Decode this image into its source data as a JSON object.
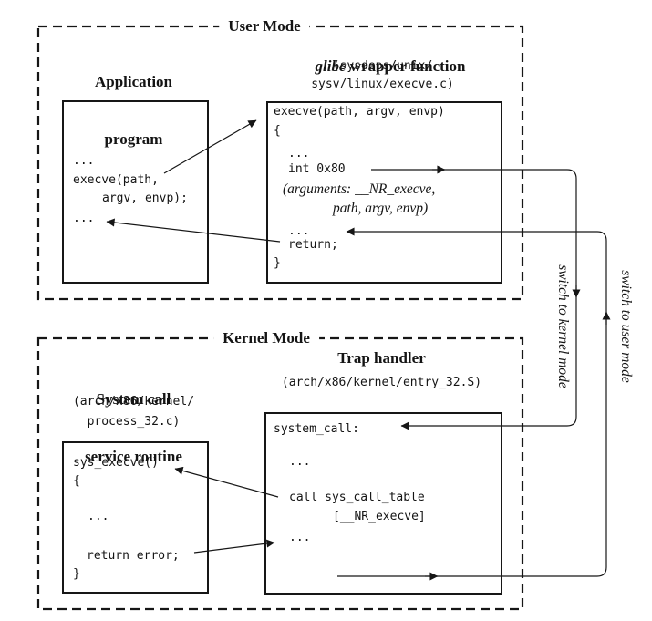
{
  "user_mode": {
    "label": "User Mode",
    "application": {
      "title1": "Application",
      "title2": "program",
      "code": [
        "...",
        "execve(path,",
        "argv, envp);",
        "..."
      ]
    },
    "glibc": {
      "title_italic": "glibc",
      "title_rest": " wrapper function",
      "path1": "(sysdeps/unix/",
      "path2": "sysv/linux/execve.c)",
      "code": [
        "execve(path, argv, envp)",
        "{",
        "...",
        "int 0x80",
        "...",
        "return;",
        "}"
      ],
      "args_note1": "(arguments: __NR_execve,",
      "args_note2": "path, argv, envp)"
    }
  },
  "kernel_mode": {
    "label": "Kernel Mode",
    "service_routine": {
      "title1": "System call",
      "title2": "service routine",
      "path1": "(arch/x86/kernel/",
      "path2": "process_32.c)",
      "code": [
        "sys_execve()",
        "{",
        "...",
        "return error;",
        "}"
      ]
    },
    "trap_handler": {
      "title": "Trap handler",
      "path": "(arch/x86/kernel/entry_32.S)",
      "code": [
        "system_call:",
        "...",
        "call sys_call_table",
        "[__NR_execve]",
        "..."
      ]
    }
  },
  "annotations": {
    "switch_kernel": "switch to kernel mode",
    "switch_user": "switch to user mode"
  },
  "colors": {
    "ink": "#161616",
    "background": "#ffffff"
  }
}
